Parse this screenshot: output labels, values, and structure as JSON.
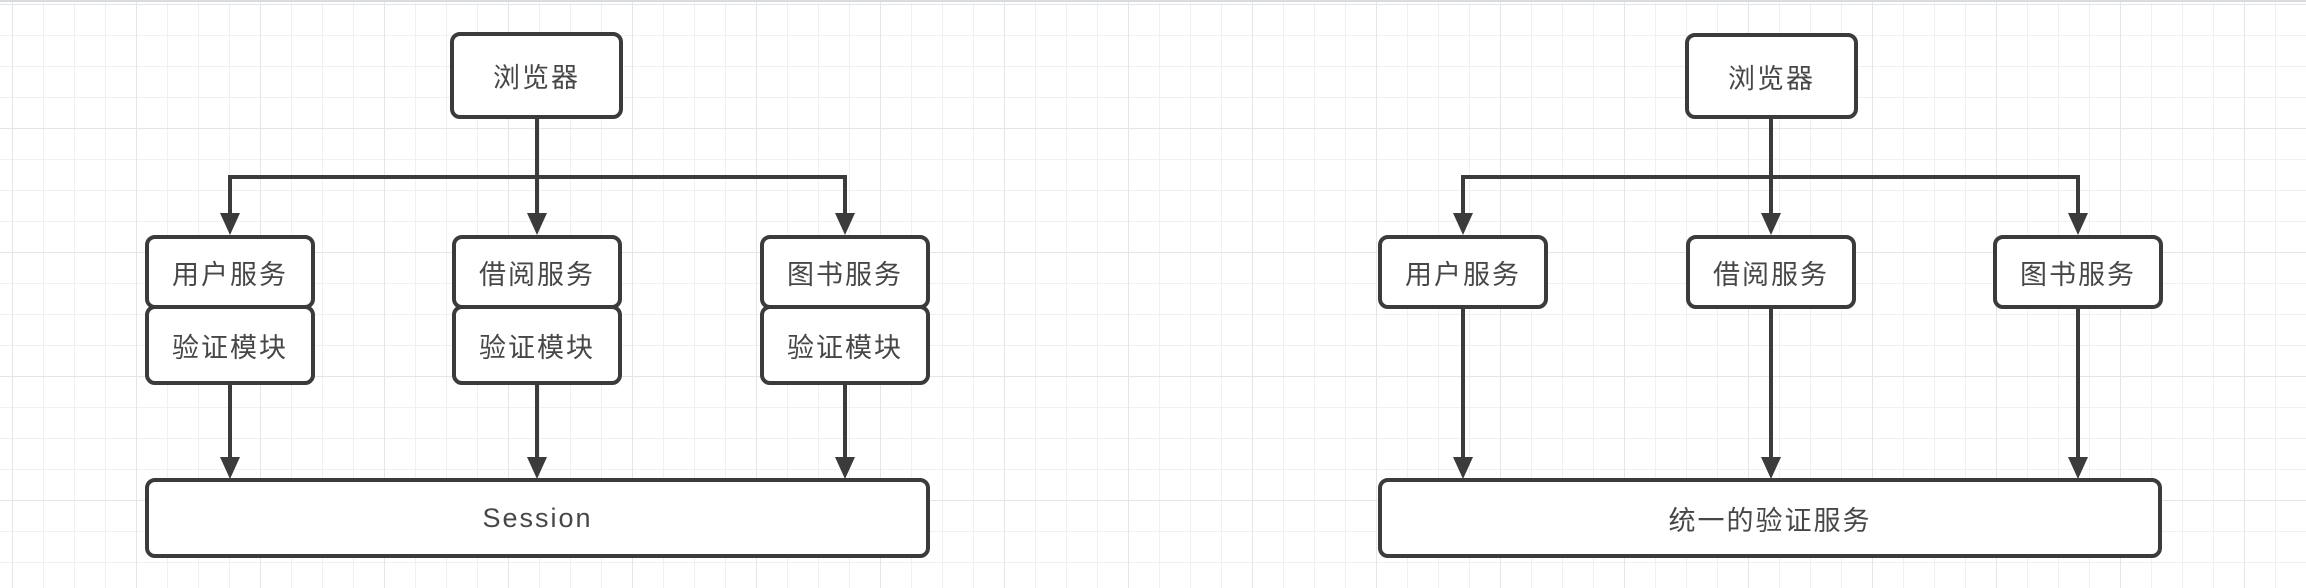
{
  "canvas": {
    "background": "#ffffff",
    "grid_minor_color": "#eef0f2",
    "grid_major_color": "#e2e5e9",
    "stroke_color": "#3b3b3b",
    "text_color": "#474747"
  },
  "left_diagram": {
    "browser": "浏览器",
    "services": [
      {
        "service": "用户服务",
        "module": "验证模块"
      },
      {
        "service": "借阅服务",
        "module": "验证模块"
      },
      {
        "service": "图书服务",
        "module": "验证模块"
      }
    ],
    "bottom": "Session"
  },
  "right_diagram": {
    "browser": "浏览器",
    "services": [
      "用户服务",
      "借阅服务",
      "图书服务"
    ],
    "bottom": "统一的验证服务"
  }
}
